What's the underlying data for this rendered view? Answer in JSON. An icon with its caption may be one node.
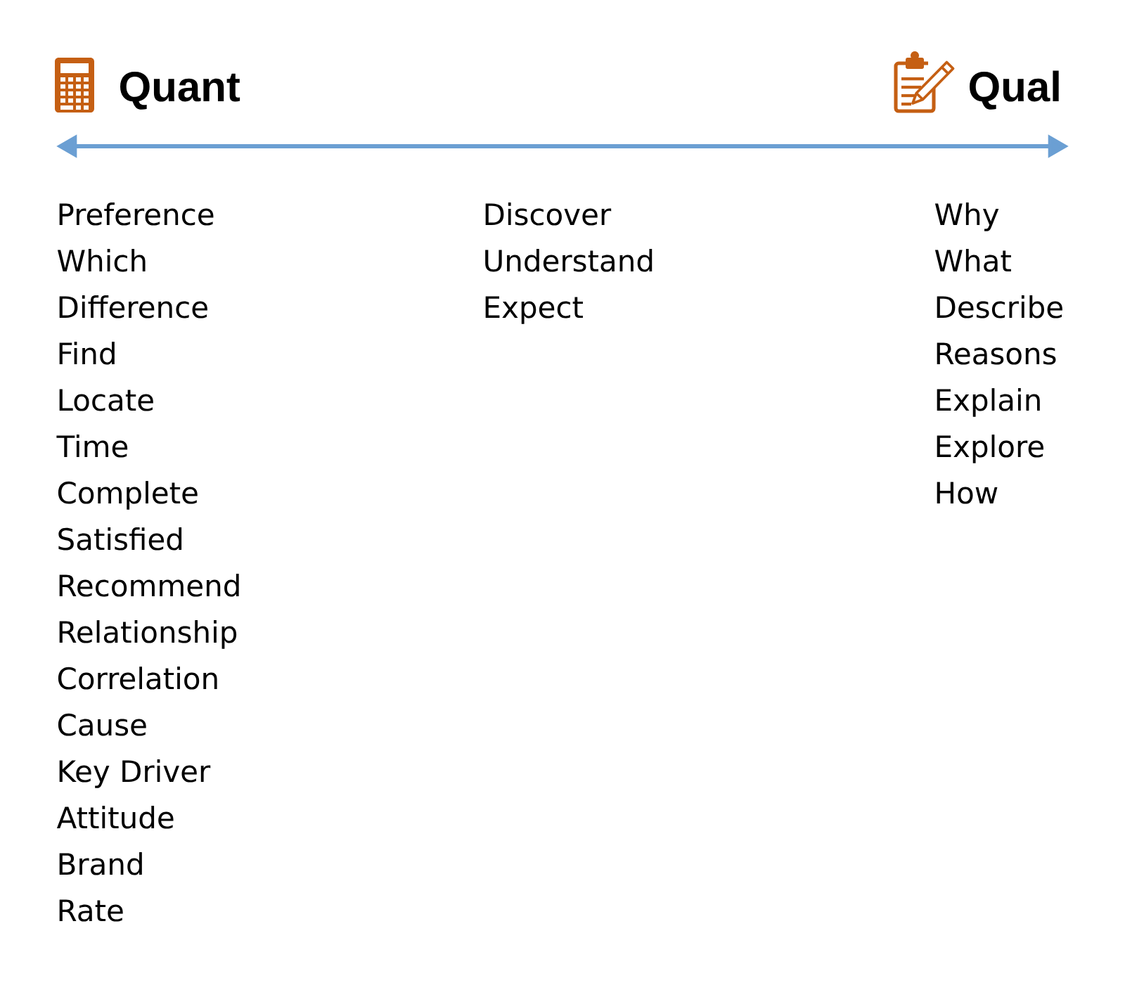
{
  "diagram": {
    "labels": [
      "Quant",
      "Qual",
      "Preference",
      "Which",
      "Difference",
      "Find",
      "Locate",
      "Time",
      "Complete",
      "Satisfied",
      "Recommend",
      "Relationship",
      "Correlation",
      "Cause",
      "Key Driver",
      "Attitude",
      "Brand",
      "Rate",
      "Discover",
      "Understand",
      "Expect",
      "Why",
      "What",
      "Describe",
      "Reasons",
      "Explain",
      "Explore",
      "How"
    ]
  }
}
